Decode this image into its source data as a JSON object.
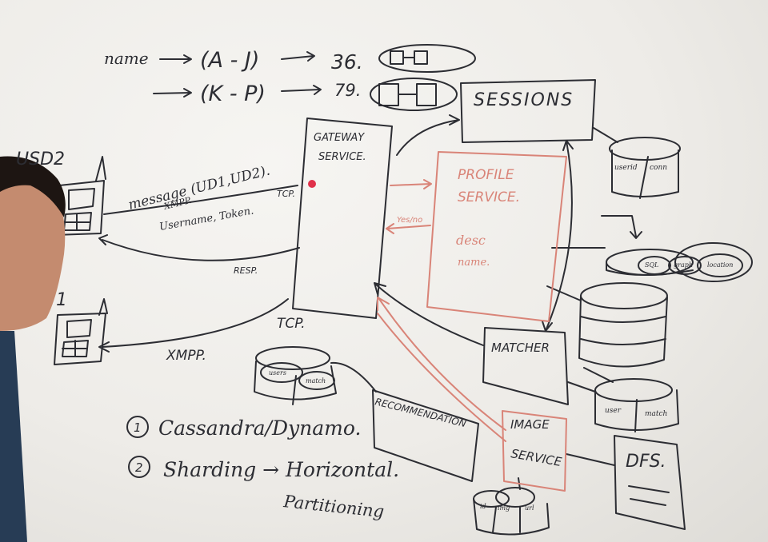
{
  "top": {
    "name_label": "name",
    "range_a": "(A - J)",
    "range_b": "(K - P)",
    "value_a": "36.",
    "value_b": "79."
  },
  "services": {
    "sessions": "SESSIONS",
    "gateway_line1": "GATEWAY",
    "gateway_line2": "SERVICE.",
    "profile_line1": "PROFILE",
    "profile_line2": "SERVICE.",
    "profile_note1": "desc",
    "profile_note2": "name.",
    "matcher": "MATCHER",
    "image_line1": "IMAGE",
    "image_line2": "SERVICE",
    "recommendation": "RECOMMENDATION",
    "dfs": "DFS."
  },
  "devices": {
    "user2": "USD2",
    "user1": "1"
  },
  "arrows": {
    "message": "message (UD1,UD2).",
    "xmpp_small": "XMPP.",
    "username_token": "Username, Token.",
    "tcp_top": "TCP.",
    "resp": "RESP.",
    "tcp_bottom": "TCP.",
    "xmpp": "XMPP.",
    "yes_no": "Yes/no"
  },
  "databases": {
    "sessions_db_a": "userid",
    "sessions_db_b": "conn",
    "profile_db_a": "SQL",
    "profile_db_b": "graph",
    "profile_db_c": "location",
    "matcher_db_a": "user",
    "matcher_db_b": "match",
    "rec_db_a": "users",
    "rec_db_b": "match",
    "image_db_a": "id",
    "image_db_b": "img",
    "image_db_c": "url"
  },
  "notes": {
    "item1_num": "1",
    "item1_text": "Cassandra/Dynamo.",
    "item2_num": "2",
    "item2_text": "Sharding → Horizontal.",
    "item2_text_line2": "Partitioning"
  },
  "colors": {
    "marker_black": "#2c2d33",
    "marker_red": "#d98478",
    "board": "#efede9"
  }
}
